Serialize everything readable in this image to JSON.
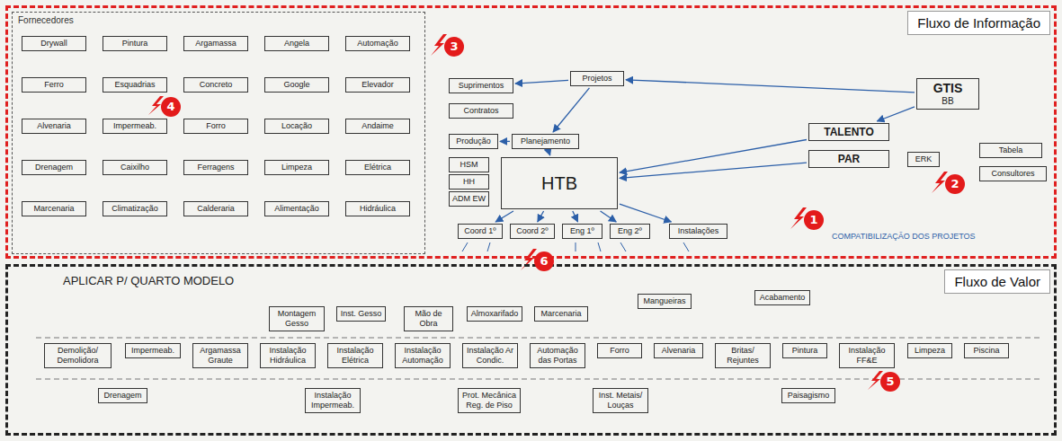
{
  "diagram": {
    "nodes": [
      {
        "text": [
          "Fluxo de Informação"
        ]
      },
      {
        "text": [
          "Fornecedores"
        ],
        "in": 0
      },
      {
        "text": [
          "Drywall"
        ],
        "in": 1
      },
      {
        "text": [
          "Pintura"
        ],
        "in": 1
      },
      {
        "text": [
          "Argamassa"
        ],
        "in": 1
      },
      {
        "text": [
          "Angela"
        ],
        "in": 1
      },
      {
        "text": [
          "Automação"
        ],
        "in": 1
      },
      {
        "text": [
          "Ferro"
        ],
        "in": 1
      },
      {
        "text": [
          "Esquadrias"
        ],
        "in": 1
      },
      {
        "text": [
          "Concreto"
        ],
        "in": 1
      },
      {
        "text": [
          "Google"
        ],
        "in": 1
      },
      {
        "text": [
          "Elevador"
        ],
        "in": 1
      },
      {
        "text": [
          "Alvenaria"
        ],
        "in": 1
      },
      {
        "text": [
          "Impermeab."
        ],
        "in": 1
      },
      {
        "text": [
          "Forro"
        ],
        "in": 1
      },
      {
        "text": [
          "Locação"
        ],
        "in": 1
      },
      {
        "text": [
          "Andaime"
        ],
        "in": 1
      },
      {
        "text": [
          "Drenagem"
        ],
        "in": 1
      },
      {
        "text": [
          "Caixilho"
        ],
        "in": 1
      },
      {
        "text": [
          "Ferragens"
        ],
        "in": 1
      },
      {
        "text": [
          "Limpeza"
        ],
        "in": 1
      },
      {
        "text": [
          "Elétrica"
        ],
        "in": 1
      },
      {
        "text": [
          "Marcenaria"
        ],
        "in": 1
      },
      {
        "text": [
          "Climatização"
        ],
        "in": 1
      },
      {
        "text": [
          "Calderaria"
        ],
        "in": 1
      },
      {
        "text": [
          "Alimentação"
        ],
        "in": 1
      },
      {
        "text": [
          "Hidráulica"
        ],
        "in": 1
      },
      {
        "text": [
          "Suprimentos"
        ],
        "in": 0
      },
      {
        "text": [
          "Contratos"
        ],
        "in": 0
      },
      {
        "text": [
          "Projetos"
        ],
        "in": 0
      },
      {
        "text": [
          "Produção"
        ],
        "in": 0
      },
      {
        "text": [
          "Planejamento"
        ],
        "in": 0
      },
      {
        "text": [
          "HSM"
        ],
        "in": 0
      },
      {
        "text": [
          "HH"
        ],
        "in": 0
      },
      {
        "text": [
          "ADM EW"
        ],
        "in": 0
      },
      {
        "text": [
          "HTB"
        ],
        "in": 0
      },
      {
        "text": [
          "Coord 1º"
        ],
        "in": 0
      },
      {
        "text": [
          "Coord 2º"
        ],
        "in": 0
      },
      {
        "text": [
          "Eng 1º"
        ],
        "in": 0
      },
      {
        "text": [
          "Eng 2º"
        ],
        "in": 0
      },
      {
        "text": [
          "Instalações"
        ],
        "in": 0
      },
      {
        "text": [
          "TALENTO"
        ],
        "in": 0
      },
      {
        "text": [
          "PAR"
        ],
        "in": 0
      },
      {
        "text": [
          "GTIS",
          "BB"
        ],
        "in": 0
      },
      {
        "text": [
          "ERK"
        ],
        "in": 0
      },
      {
        "text": [
          "Tabela"
        ],
        "in": 0
      },
      {
        "text": [
          "Consultores"
        ],
        "in": 0
      },
      {
        "text": [
          "Fluxo de Valor"
        ]
      },
      {
        "text": [
          "Montagem Gesso"
        ],
        "in": 47
      },
      {
        "text": [
          "Inst. Gesso"
        ],
        "in": 47
      },
      {
        "text": [
          "Mão de Obra"
        ],
        "in": 47
      },
      {
        "text": [
          "Almoxarifado"
        ],
        "in": 47
      },
      {
        "text": [
          "Marcenaria"
        ],
        "in": 47
      },
      {
        "text": [
          "Mangueiras"
        ],
        "in": 47
      },
      {
        "text": [
          "Acabamento"
        ],
        "in": 47
      },
      {
        "text": [
          "Demolição/ Demolidora"
        ],
        "in": 47
      },
      {
        "text": [
          "Impermeab."
        ],
        "in": 47
      },
      {
        "text": [
          "Argamassa Graute"
        ],
        "in": 47
      },
      {
        "text": [
          "Instalação Hidráulica"
        ],
        "in": 47
      },
      {
        "text": [
          "Instalação Elétrica"
        ],
        "in": 47
      },
      {
        "text": [
          "Instalação Automação"
        ],
        "in": 47
      },
      {
        "text": [
          "Instalação Ar Condic."
        ],
        "in": 47
      },
      {
        "text": [
          "Automação das Portas"
        ],
        "in": 47
      },
      {
        "text": [
          "Forro"
        ],
        "in": 47
      },
      {
        "text": [
          "Alvenaria"
        ],
        "in": 47
      },
      {
        "text": [
          "Britas/ Rejuntes"
        ],
        "in": 47
      },
      {
        "text": [
          "Pintura"
        ],
        "in": 47
      },
      {
        "text": [
          "Instalação FF&E"
        ],
        "in": 47
      },
      {
        "text": [
          "Limpeza"
        ],
        "in": 47
      },
      {
        "text": [
          "Piscina"
        ],
        "in": 47
      },
      {
        "text": [
          "Drenagem"
        ],
        "in": 47
      },
      {
        "text": [
          "Instalação Impermeab."
        ],
        "in": 47
      },
      {
        "text": [
          "Prot. Mecânica Reg. de Piso"
        ],
        "in": 47
      },
      {
        "text": [
          "Inst. Metais/ Louças"
        ],
        "in": 47
      },
      {
        "text": [
          "Paisagismo"
        ],
        "in": 47
      }
    ],
    "edges": [
      {
        "from": 29,
        "to": 27,
        "arrow": "to"
      },
      {
        "from": 29,
        "to": 31,
        "arrow": "to"
      },
      {
        "from": 31,
        "to": 30,
        "arrow": "to"
      },
      {
        "from": 31,
        "to": 35,
        "arrow": "to"
      },
      {
        "from": 41,
        "to": 35,
        "arrow": "to"
      },
      {
        "from": 42,
        "to": 35,
        "arrow": "to"
      },
      {
        "from": 43,
        "to": 41,
        "arrow": "to"
      },
      {
        "from": 43,
        "to": 29,
        "arrow": "to"
      },
      {
        "from": 35,
        "to": 36,
        "arrow": "to"
      },
      {
        "from": 35,
        "to": 37,
        "arrow": "to"
      },
      {
        "from": 35,
        "to": 38,
        "arrow": "to"
      },
      {
        "from": 35,
        "to": 39,
        "arrow": "to"
      },
      {
        "from": 35,
        "to": 40,
        "arrow": "to"
      }
    ],
    "labels": [
      "1",
      "2",
      "3",
      "4",
      "5",
      "6",
      "APLICAR P/ QUARTO MODELO",
      "COMPATIBILIZAÇÃO DOS PROJETOS"
    ]
  }
}
